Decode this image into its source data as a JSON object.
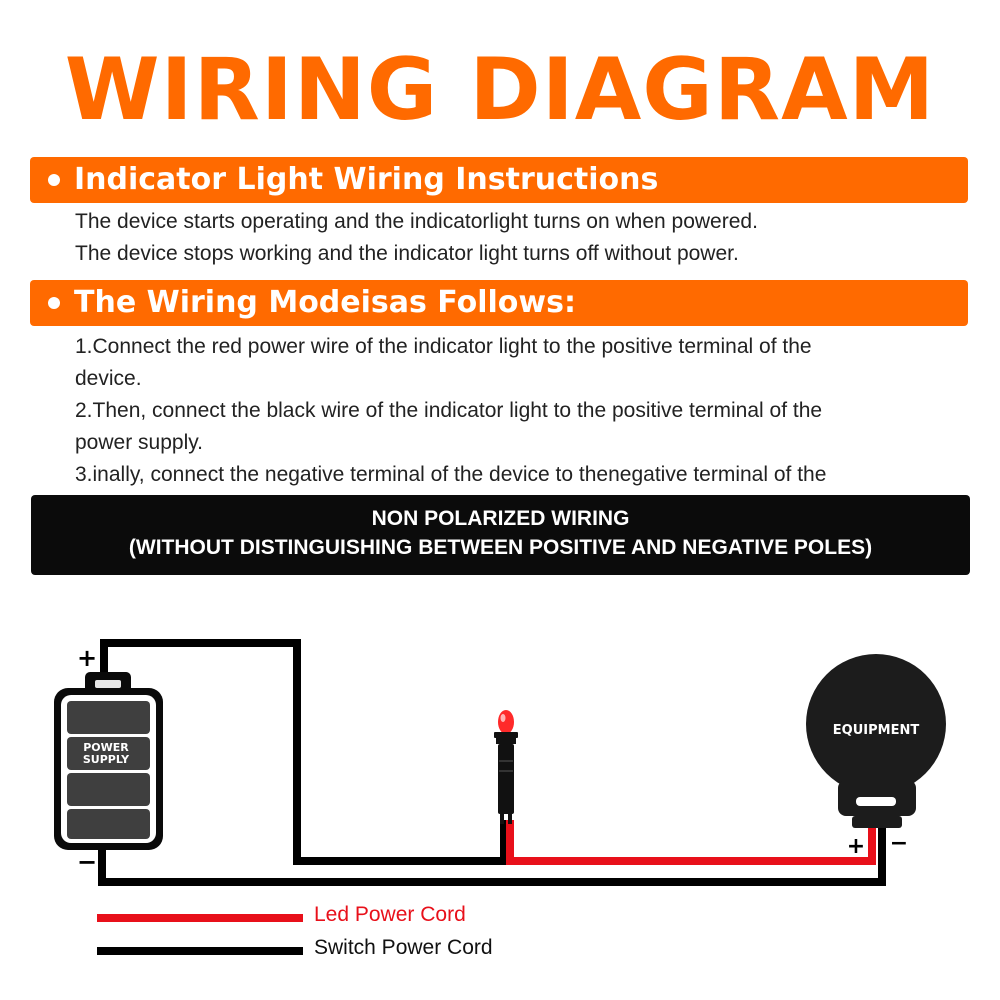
{
  "title": "WIRING DIAGRAM",
  "section1": {
    "heading": "Indicator Light Wiring Instructions",
    "lines": [
      "The device starts operating and the indicatorlight turns on when powered.",
      "The device stops working and the indicator light turns off without power."
    ]
  },
  "section2": {
    "heading": "The Wiring Modeisas Follows:",
    "lines": [
      "1.Connect the red power wire of the indicator light to the positive terminal of the",
      "device.",
      "2.Then, connect the black wire of the indicator light to the positive terminal of the",
      "power supply.",
      "3.inally, connect the negative terminal of the device to thenegative terminal of the"
    ]
  },
  "notice": {
    "line1": "NON POLARIZED WIRING",
    "line2": "(WITHOUT DISTINGUISHING BETWEEN POSITIVE AND NEGATIVE POLES)"
  },
  "diagram": {
    "power_supply_label_1": "POWER",
    "power_supply_label_2": "SUPPLY",
    "equipment_label": "EQUIPMENT",
    "plus": "+",
    "minus": "−"
  },
  "legend": [
    {
      "label": "Led Power Cord",
      "color": "#e8101a"
    },
    {
      "label": "Switch Power Cord",
      "color": "#000000"
    }
  ],
  "colors": {
    "accent": "#ff6a00",
    "red_wire": "#e8101a",
    "black_wire": "#000000"
  }
}
